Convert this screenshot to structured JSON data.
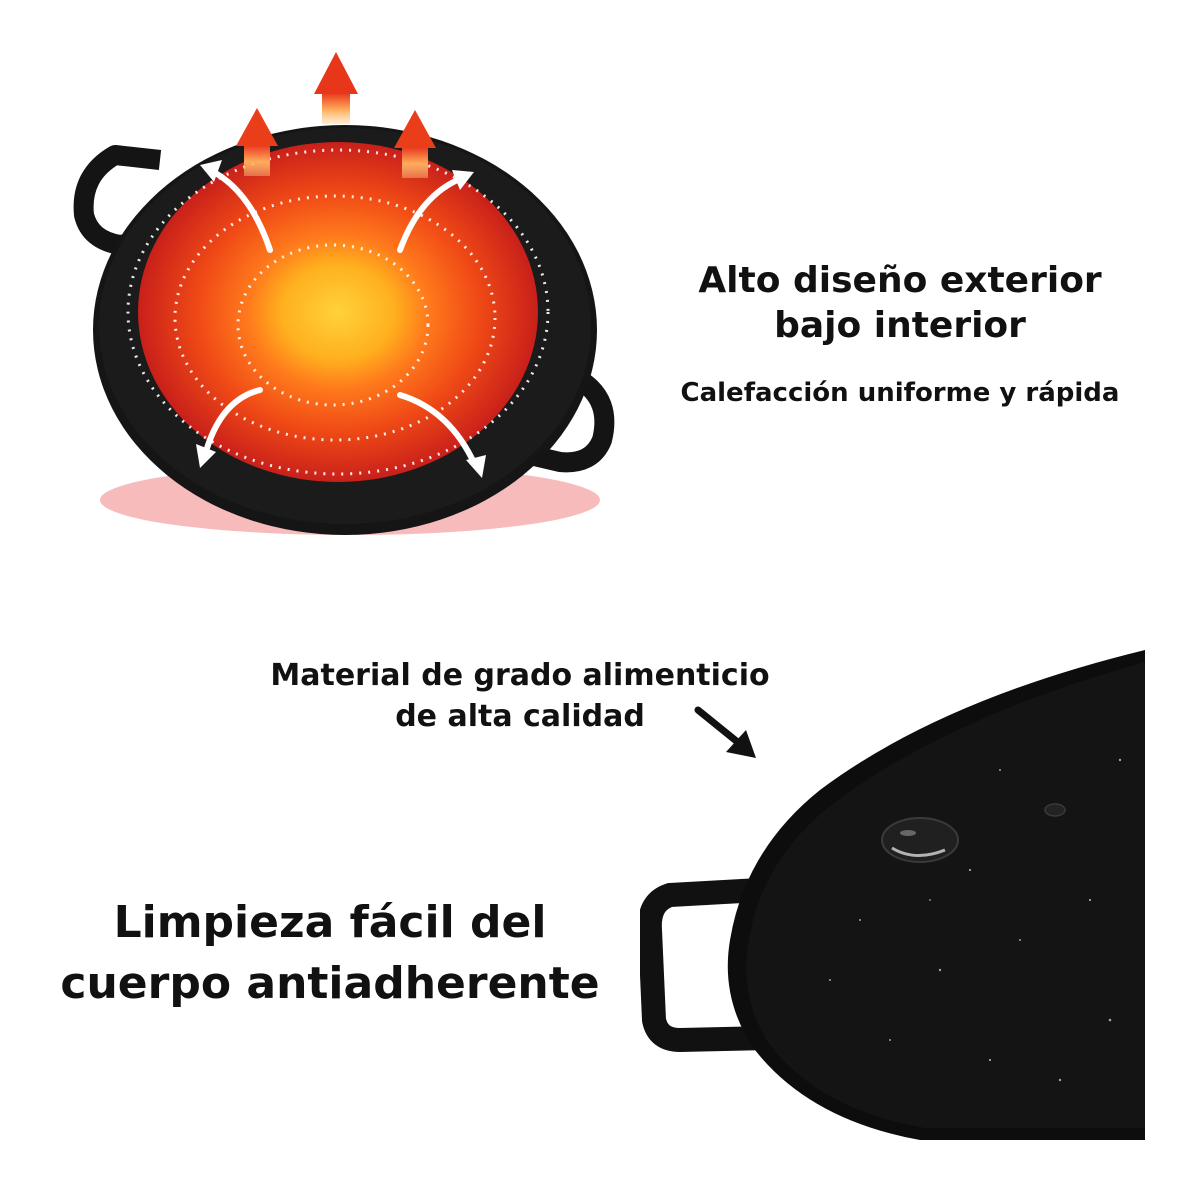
{
  "section_heating": {
    "title_lines": [
      "Alto diseño exterior",
      "bajo interior"
    ],
    "subtitle": "Calefacción uniforme y rápida"
  },
  "section_material": {
    "label_lines": [
      "Material de grado alimenticio",
      "de alta calidad"
    ]
  },
  "section_cleaning": {
    "title_lines": [
      "Limpieza fácil del",
      "cuerpo antiadherente"
    ]
  },
  "colors": {
    "pan_black": "#121212",
    "heat_center": "#ffb820",
    "heat_mid": "#ff6a1a",
    "heat_outer": "#d9261c",
    "arrow_heat": "#f04a14"
  }
}
